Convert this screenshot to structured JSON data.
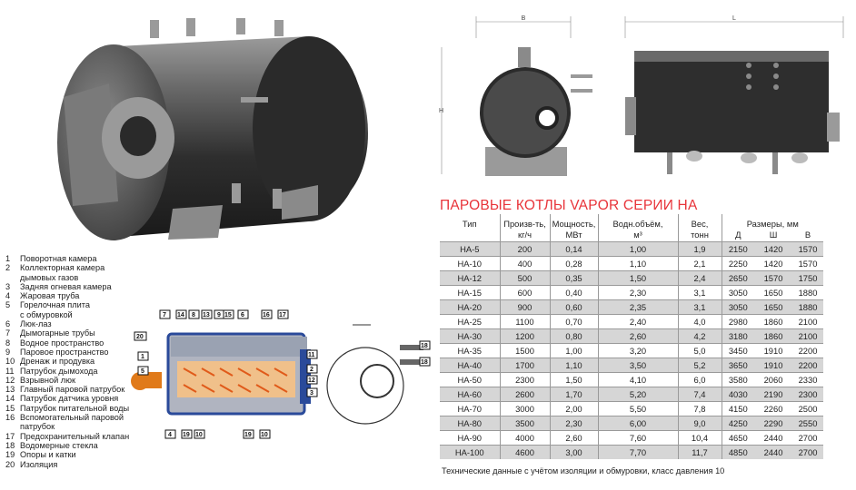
{
  "table_title": "ПАРОВЫЕ КОТЛЫ VAPOR СЕРИИ НА",
  "dims": {
    "b": "B",
    "l": "L",
    "h": "H"
  },
  "headers": {
    "type": "Тип",
    "capacity": "Произв-ть,",
    "capacity_unit": "кг/ч",
    "power": "Мощность,",
    "power_unit": "МВт",
    "water_volume": "Водн.объём,",
    "water_unit": "м³",
    "weight": "Вес,",
    "weight_unit": "тонн",
    "dimensions": "Размеры, мм",
    "dim_d": "Д",
    "dim_w": "Ш",
    "dim_h": "В"
  },
  "rows": [
    [
      "НА-5",
      "200",
      "0,14",
      "1,00",
      "1,9",
      "2150",
      "1420",
      "1570"
    ],
    [
      "НА-10",
      "400",
      "0,28",
      "1,10",
      "2,1",
      "2250",
      "1420",
      "1570"
    ],
    [
      "НА-12",
      "500",
      "0,35",
      "1,50",
      "2,4",
      "2650",
      "1570",
      "1750"
    ],
    [
      "НА-15",
      "600",
      "0,40",
      "2,30",
      "3,1",
      "3050",
      "1650",
      "1880"
    ],
    [
      "НА-20",
      "900",
      "0,60",
      "2,35",
      "3,1",
      "3050",
      "1650",
      "1880"
    ],
    [
      "НА-25",
      "1100",
      "0,70",
      "2,40",
      "4,0",
      "2980",
      "1860",
      "2100"
    ],
    [
      "НА-30",
      "1200",
      "0,80",
      "2,60",
      "4,2",
      "3180",
      "1860",
      "2100"
    ],
    [
      "НА-35",
      "1500",
      "1,00",
      "3,20",
      "5,0",
      "3450",
      "1910",
      "2200"
    ],
    [
      "НА-40",
      "1700",
      "1,10",
      "3,50",
      "5,2",
      "3650",
      "1910",
      "2200"
    ],
    [
      "НА-50",
      "2300",
      "1,50",
      "4,10",
      "6,0",
      "3580",
      "2060",
      "2330"
    ],
    [
      "НА-60",
      "2600",
      "1,70",
      "5,20",
      "7,4",
      "4030",
      "2190",
      "2300"
    ],
    [
      "НА-70",
      "3000",
      "2,00",
      "5,50",
      "7,8",
      "4150",
      "2260",
      "2500"
    ],
    [
      "НА-80",
      "3500",
      "2,30",
      "6,00",
      "9,0",
      "4250",
      "2290",
      "2550"
    ],
    [
      "НА-90",
      "4000",
      "2,60",
      "7,60",
      "10,4",
      "4650",
      "2440",
      "2700"
    ],
    [
      "НА-100",
      "4600",
      "3,00",
      "7,70",
      "11,7",
      "4850",
      "2440",
      "2700"
    ]
  ],
  "footnote": "Технические данные с учётом изоляции и обмуровки, класс давления 10",
  "legend": [
    [
      "1",
      "Поворотная камера"
    ],
    [
      "2",
      "Коллекторная камера"
    ],
    [
      "",
      "дымовых газов"
    ],
    [
      "3",
      "Задняя огневая  камера"
    ],
    [
      "4",
      "Жаровая труба"
    ],
    [
      "5",
      "Горелочная плита"
    ],
    [
      "",
      "с обмуровкой"
    ],
    [
      "6",
      "Люк-лаз"
    ],
    [
      "7",
      "Дымогарные трубы"
    ],
    [
      "8",
      "Водное пространство"
    ],
    [
      "9",
      "Паровое пространство"
    ],
    [
      "10",
      "Дренаж и продувка"
    ],
    [
      "11",
      "Патрубок дымохода"
    ],
    [
      "12",
      "Взрывной люк"
    ],
    [
      "13",
      "Главный паровой  патрубок"
    ],
    [
      "14",
      "Патрубок датчика уровня"
    ],
    [
      "15",
      "Патрубок питательной воды"
    ],
    [
      "16",
      "Вспомогательный паровой"
    ],
    [
      "",
      "патрубок"
    ],
    [
      "17",
      "Предохранительный клапан"
    ],
    [
      "18",
      "Водомерные стекла"
    ],
    [
      "19",
      "Опоры и катки"
    ],
    [
      "20",
      "Изоляция"
    ]
  ],
  "callouts": {
    "c1": "1",
    "c2": "2",
    "c3": "3",
    "c4": "4",
    "c5": "5",
    "c6": "6",
    "c7": "7",
    "c8": "8",
    "c9": "9",
    "c10": "10",
    "c11": "11",
    "c12": "12",
    "c13": "13",
    "c14": "14",
    "c15": "15",
    "c16": "16",
    "c17": "17",
    "c18": "18",
    "c19": "19",
    "c20": "20"
  }
}
